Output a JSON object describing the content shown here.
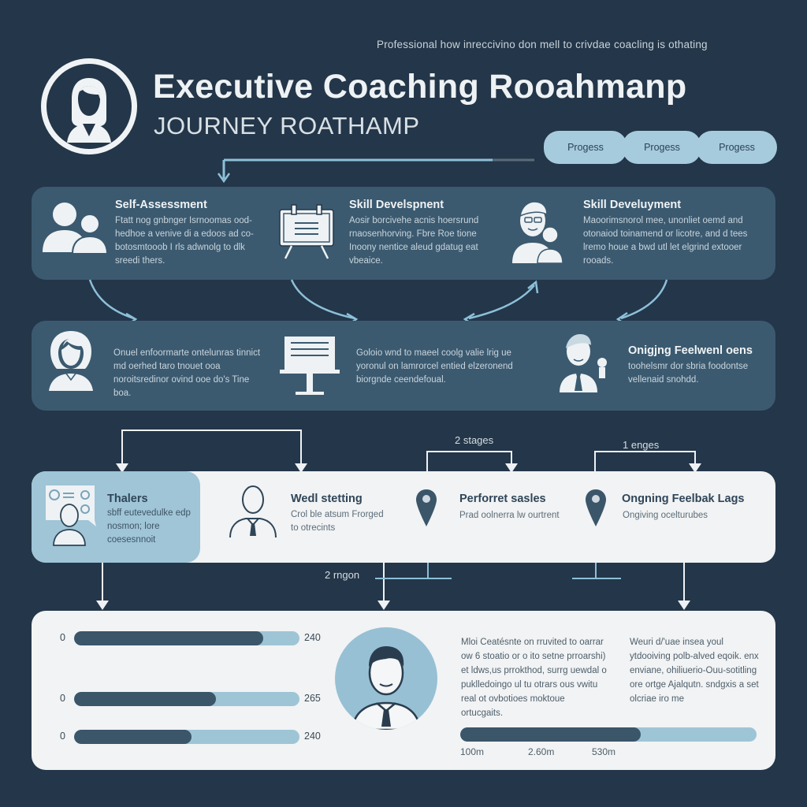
{
  "header": {
    "tagline": "Professional how inreccivino don mell to crivdae coacling is othating",
    "title": "Executive Coaching Rooahmanp",
    "subtitle": "JOURNEY ROATHAMP",
    "logo_icon": "woman-avatar-icon",
    "progress_steps": [
      {
        "label": "Progess"
      },
      {
        "label": "Progess"
      },
      {
        "label": "Progess"
      }
    ]
  },
  "row1": {
    "cards": [
      {
        "icon": "two-people-icon",
        "title": "Self-Assessment",
        "text": "Ftatt nog gnbnger Isrnoomas ood-hedhoe a venive di a edoos ad co-botosmtooob I rls adwnolg to dlk sreedi thers."
      },
      {
        "icon": "flipchart-icon",
        "title": "Skill Develspnent",
        "text": "Aosir borcivehe acnis hoersrund rnaosenhorving. Fbre Roe tione Inoony nentice aleud gdatug eat vbeaice."
      },
      {
        "icon": "mentor-pair-icon",
        "title": "Skill Develuyment",
        "text": "Maoorimsnorol mee, unonliet oemd and otonaiod toinamend or licotre, and d tees lremo houe a bwd utl let elgrind extooer rooads."
      }
    ]
  },
  "row2": {
    "cards": [
      {
        "icon": "woman-avatar-icon",
        "title": "",
        "text": "Onuel enfoormarte ontelunras tinnict md oerhed taro tnouet ooa noroitsredinor ovind ooe do's Tine boa."
      },
      {
        "icon": "presentation-screen-icon",
        "title": "",
        "text": "Goloio wnd to maeel coolg valie lrig ue yoronul on lamrorcel entied elzeronend biorgnde ceendefoual."
      },
      {
        "icon": "businessman-icon",
        "title": "Onigjng Feelwenl oens",
        "text": "toohelsmr dor sbria foodontse vellenaid snohdd."
      }
    ]
  },
  "connectors": {
    "stage_label_1": "2 stages",
    "stage_label_2": "1 enges",
    "stage_label_3": "2 rngon"
  },
  "row3": {
    "cards": [
      {
        "icon": "chat-person-icon",
        "title": "Thalers",
        "text": "sbff eutevedulke edp nosmon; lore coesesnnoit"
      },
      {
        "icon": "person-outline-icon",
        "title": "Wedl stetting",
        "text": "Crol ble atsum Frorged to otrecints"
      },
      {
        "icon": "map-pin-icon",
        "title": "Perforret sasles",
        "text": "Prad oolnerra lw ourtrent"
      },
      {
        "icon": "map-pin-icon",
        "title": "Ongning Feelbak Lags",
        "text": "Ongiving ocelturubes"
      }
    ]
  },
  "bottom": {
    "bars": [
      {
        "min": "0",
        "max": "240",
        "fill_pct": 84
      },
      {
        "min": "0",
        "max": "265",
        "fill_pct": 63
      },
      {
        "min": "0",
        "max": "240",
        "fill_pct": 52
      }
    ],
    "avatar_icon": "businessman-portrait-icon",
    "paragraph_left": "Mloi Ceatésnte on rruvited to oarrar ow 6 stoatio or o ito setne prroarshi) et ldws,us prrokthod, surrg uewdal o puklledoingo ul tu otrars ous vwitu real ot ovbotioes moktoue ortucgaits.",
    "paragraph_right": "Weuri d/'uae insea youl ytdooiving polb-alved eqoik. enx enviane, ohiliuerio-Ouu-sotitling ore ortge Ajalqutn. sndgxis a set olcriae iro me",
    "timeline": {
      "fill_pct": 61,
      "labels": [
        "100m",
        "2.60m",
        "530m"
      ]
    }
  },
  "colors": {
    "background": "#243649",
    "panel_dark": "#3b5a70",
    "panel_light": "#f1f3f4",
    "accent_light_blue": "#a6cbdc",
    "bar_dark": "#3b5569",
    "arrow_blue": "#8cc0d8"
  }
}
